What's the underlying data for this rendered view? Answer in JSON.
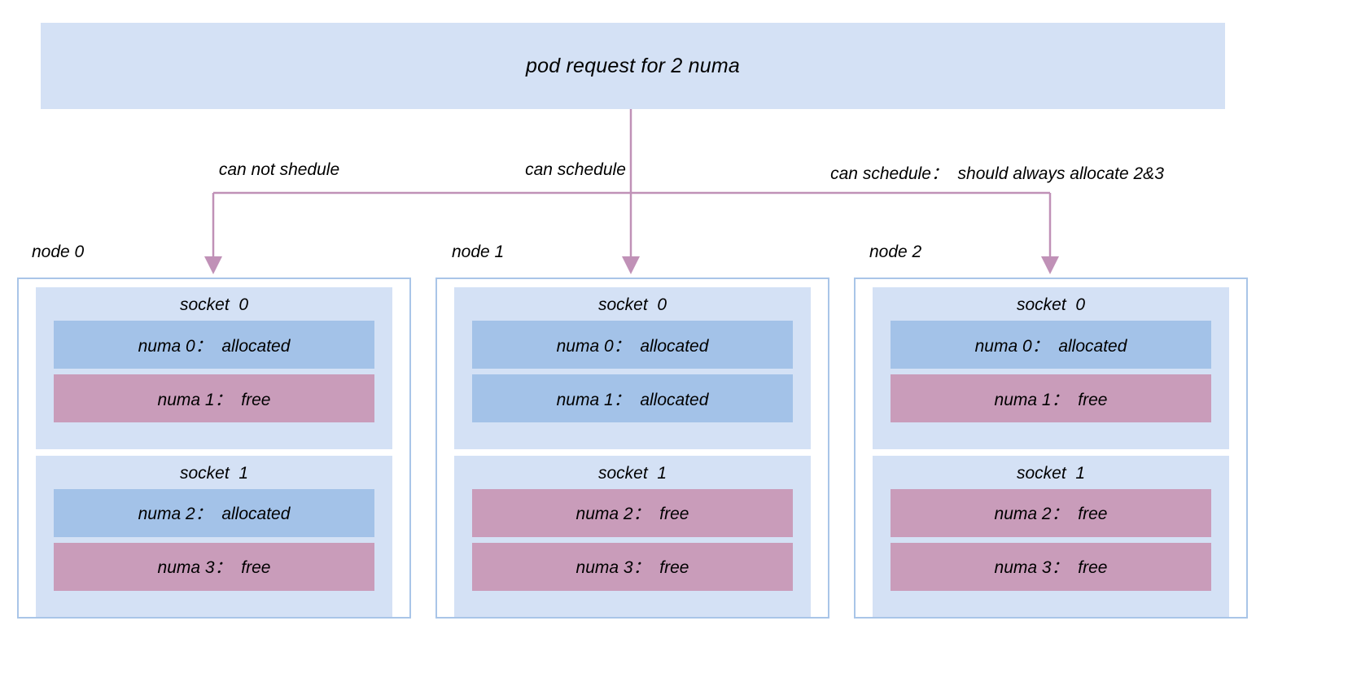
{
  "diagram": {
    "title": "pod request for 2 numa",
    "banner_color": "#d4e1f5",
    "connector_color": "#c091b7",
    "node_border_color": "#a9c5e8",
    "allocated_color": "#a3c2e8",
    "free_color": "#c99cba"
  },
  "edges": [
    {
      "label": "can not shedule"
    },
    {
      "label": "can schedule"
    },
    {
      "label": "can schedule：  should always allocate 2&3"
    }
  ],
  "nodes": [
    {
      "label": "node 0",
      "sockets": [
        {
          "title": "socket  0",
          "numas": [
            {
              "label": "numa 0：  allocated",
              "state": "allocated"
            },
            {
              "label": "numa 1：  free",
              "state": "free"
            }
          ]
        },
        {
          "title": "socket  1",
          "numas": [
            {
              "label": "numa 2：  allocated",
              "state": "allocated"
            },
            {
              "label": "numa 3：  free",
              "state": "free"
            }
          ]
        }
      ]
    },
    {
      "label": "node 1",
      "sockets": [
        {
          "title": "socket  0",
          "numas": [
            {
              "label": "numa 0：  allocated",
              "state": "allocated"
            },
            {
              "label": "numa 1：  allocated",
              "state": "allocated"
            }
          ]
        },
        {
          "title": "socket  1",
          "numas": [
            {
              "label": "numa 2：  free",
              "state": "free"
            },
            {
              "label": "numa 3：  free",
              "state": "free"
            }
          ]
        }
      ]
    },
    {
      "label": "node 2",
      "sockets": [
        {
          "title": "socket  0",
          "numas": [
            {
              "label": "numa 0：  allocated",
              "state": "allocated"
            },
            {
              "label": "numa 1：  free",
              "state": "free"
            }
          ]
        },
        {
          "title": "socket  1",
          "numas": [
            {
              "label": "numa 2：  free",
              "state": "free"
            },
            {
              "label": "numa 3：  free",
              "state": "free"
            }
          ]
        }
      ]
    }
  ]
}
